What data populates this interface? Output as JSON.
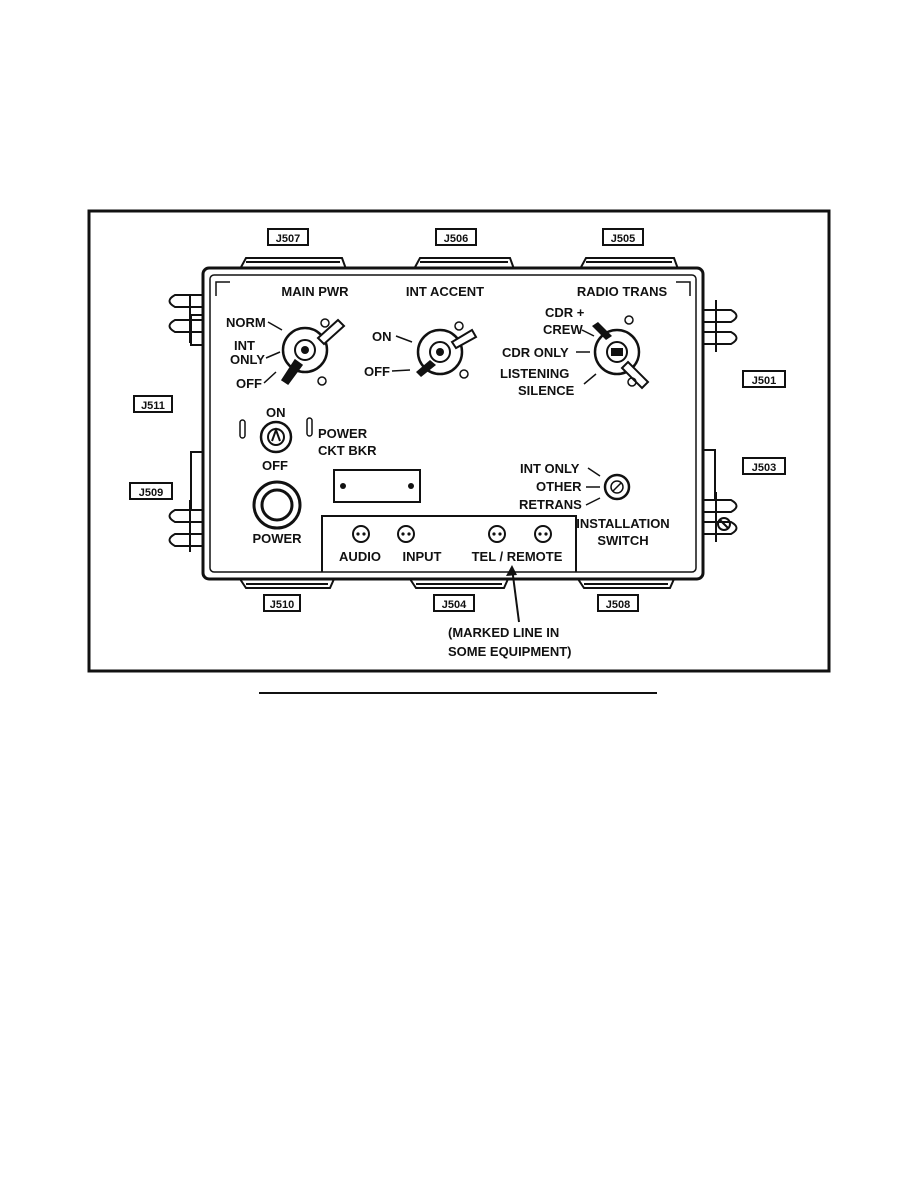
{
  "connectors": {
    "top": [
      "J507",
      "J506",
      "J505"
    ],
    "left": [
      "J511",
      "J509"
    ],
    "right": [
      "J501",
      "J503"
    ],
    "bottom": [
      "J510",
      "J504",
      "J508"
    ]
  },
  "switches": {
    "main_pwr": {
      "title": "MAIN PWR",
      "positions": [
        "NORM",
        "INT",
        "ONLY",
        "OFF"
      ]
    },
    "int_accent": {
      "title": "INT ACCENT",
      "positions": [
        "ON",
        "OFF"
      ]
    },
    "radio_trans": {
      "title": "RADIO TRANS",
      "positions": [
        "CDR +",
        "CREW",
        "CDR ONLY",
        "LISTENING",
        "SILENCE"
      ]
    }
  },
  "breaker": {
    "on": "ON",
    "off": "OFF",
    "label_line1": "POWER",
    "label_line2": "CKT BKR"
  },
  "power": {
    "label": "POWER"
  },
  "jacks": {
    "audio": "AUDIO",
    "input": "INPUT",
    "tel_remote": "TEL / REMOTE"
  },
  "installation_switch": {
    "positions": [
      "INT ONLY",
      "OTHER",
      "RETRANS"
    ],
    "label_line1": "INSTALLATION",
    "label_line2": "SWITCH"
  },
  "note": {
    "line1": "(MARKED LINE IN",
    "line2": "SOME EQUIPMENT)"
  }
}
